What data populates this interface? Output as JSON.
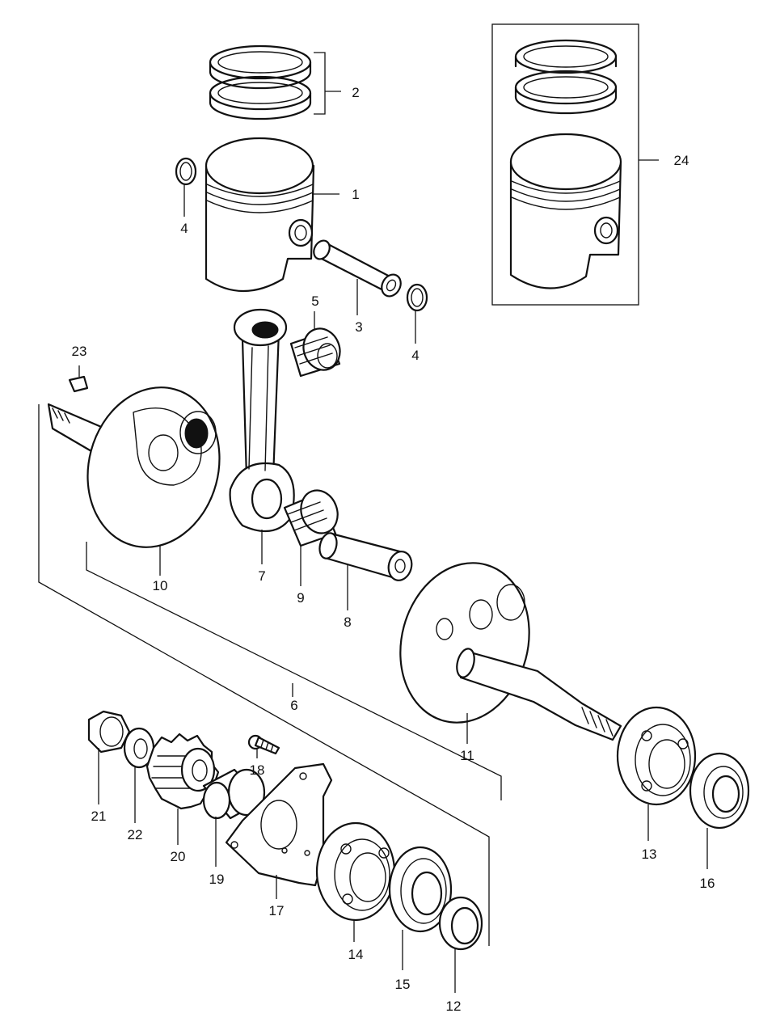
{
  "labels": {
    "p1": "1",
    "p2": "2",
    "p3": "3",
    "p4a": "4",
    "p4b": "4",
    "p5": "5",
    "p6": "6",
    "p7": "7",
    "p8": "8",
    "p9": "9",
    "p10": "10",
    "p11": "11",
    "p12": "12",
    "p13": "13",
    "p14": "14",
    "p15": "15",
    "p16": "16",
    "p17": "17",
    "p18": "18",
    "p19": "19",
    "p20": "20",
    "p21": "21",
    "p22": "22",
    "p23": "23",
    "p24": "24"
  }
}
